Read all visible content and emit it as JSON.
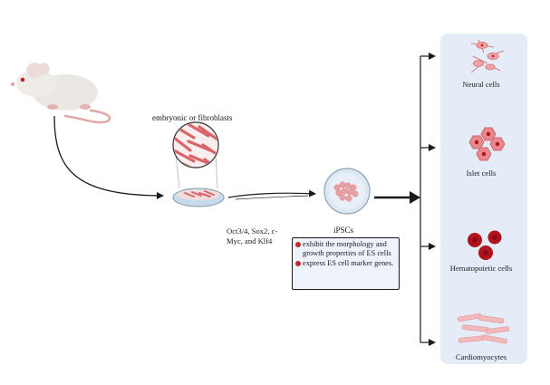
{
  "source": {
    "label": "embryonic or fibroblasts"
  },
  "reprogramming": {
    "factors": "Oct3/4, Sox2, c-Myc, and Klf4"
  },
  "ipsc": {
    "label": "iPSCs",
    "properties": [
      "exhibit the morphology and growth properties of ES cells",
      "express ES cell marker genes."
    ]
  },
  "derived_cells": [
    {
      "label": "Neural cells"
    },
    {
      "label": "Islet cells"
    },
    {
      "label": "Hematopoietic cells"
    },
    {
      "label": "Cardiomyocytes"
    }
  ],
  "colors": {
    "panel": "#e4ecf8",
    "cell_pink": "#e98b8f",
    "blood_red": "#b1121b",
    "bullet": "#c0272d",
    "arrow": "#1a1a1a"
  }
}
